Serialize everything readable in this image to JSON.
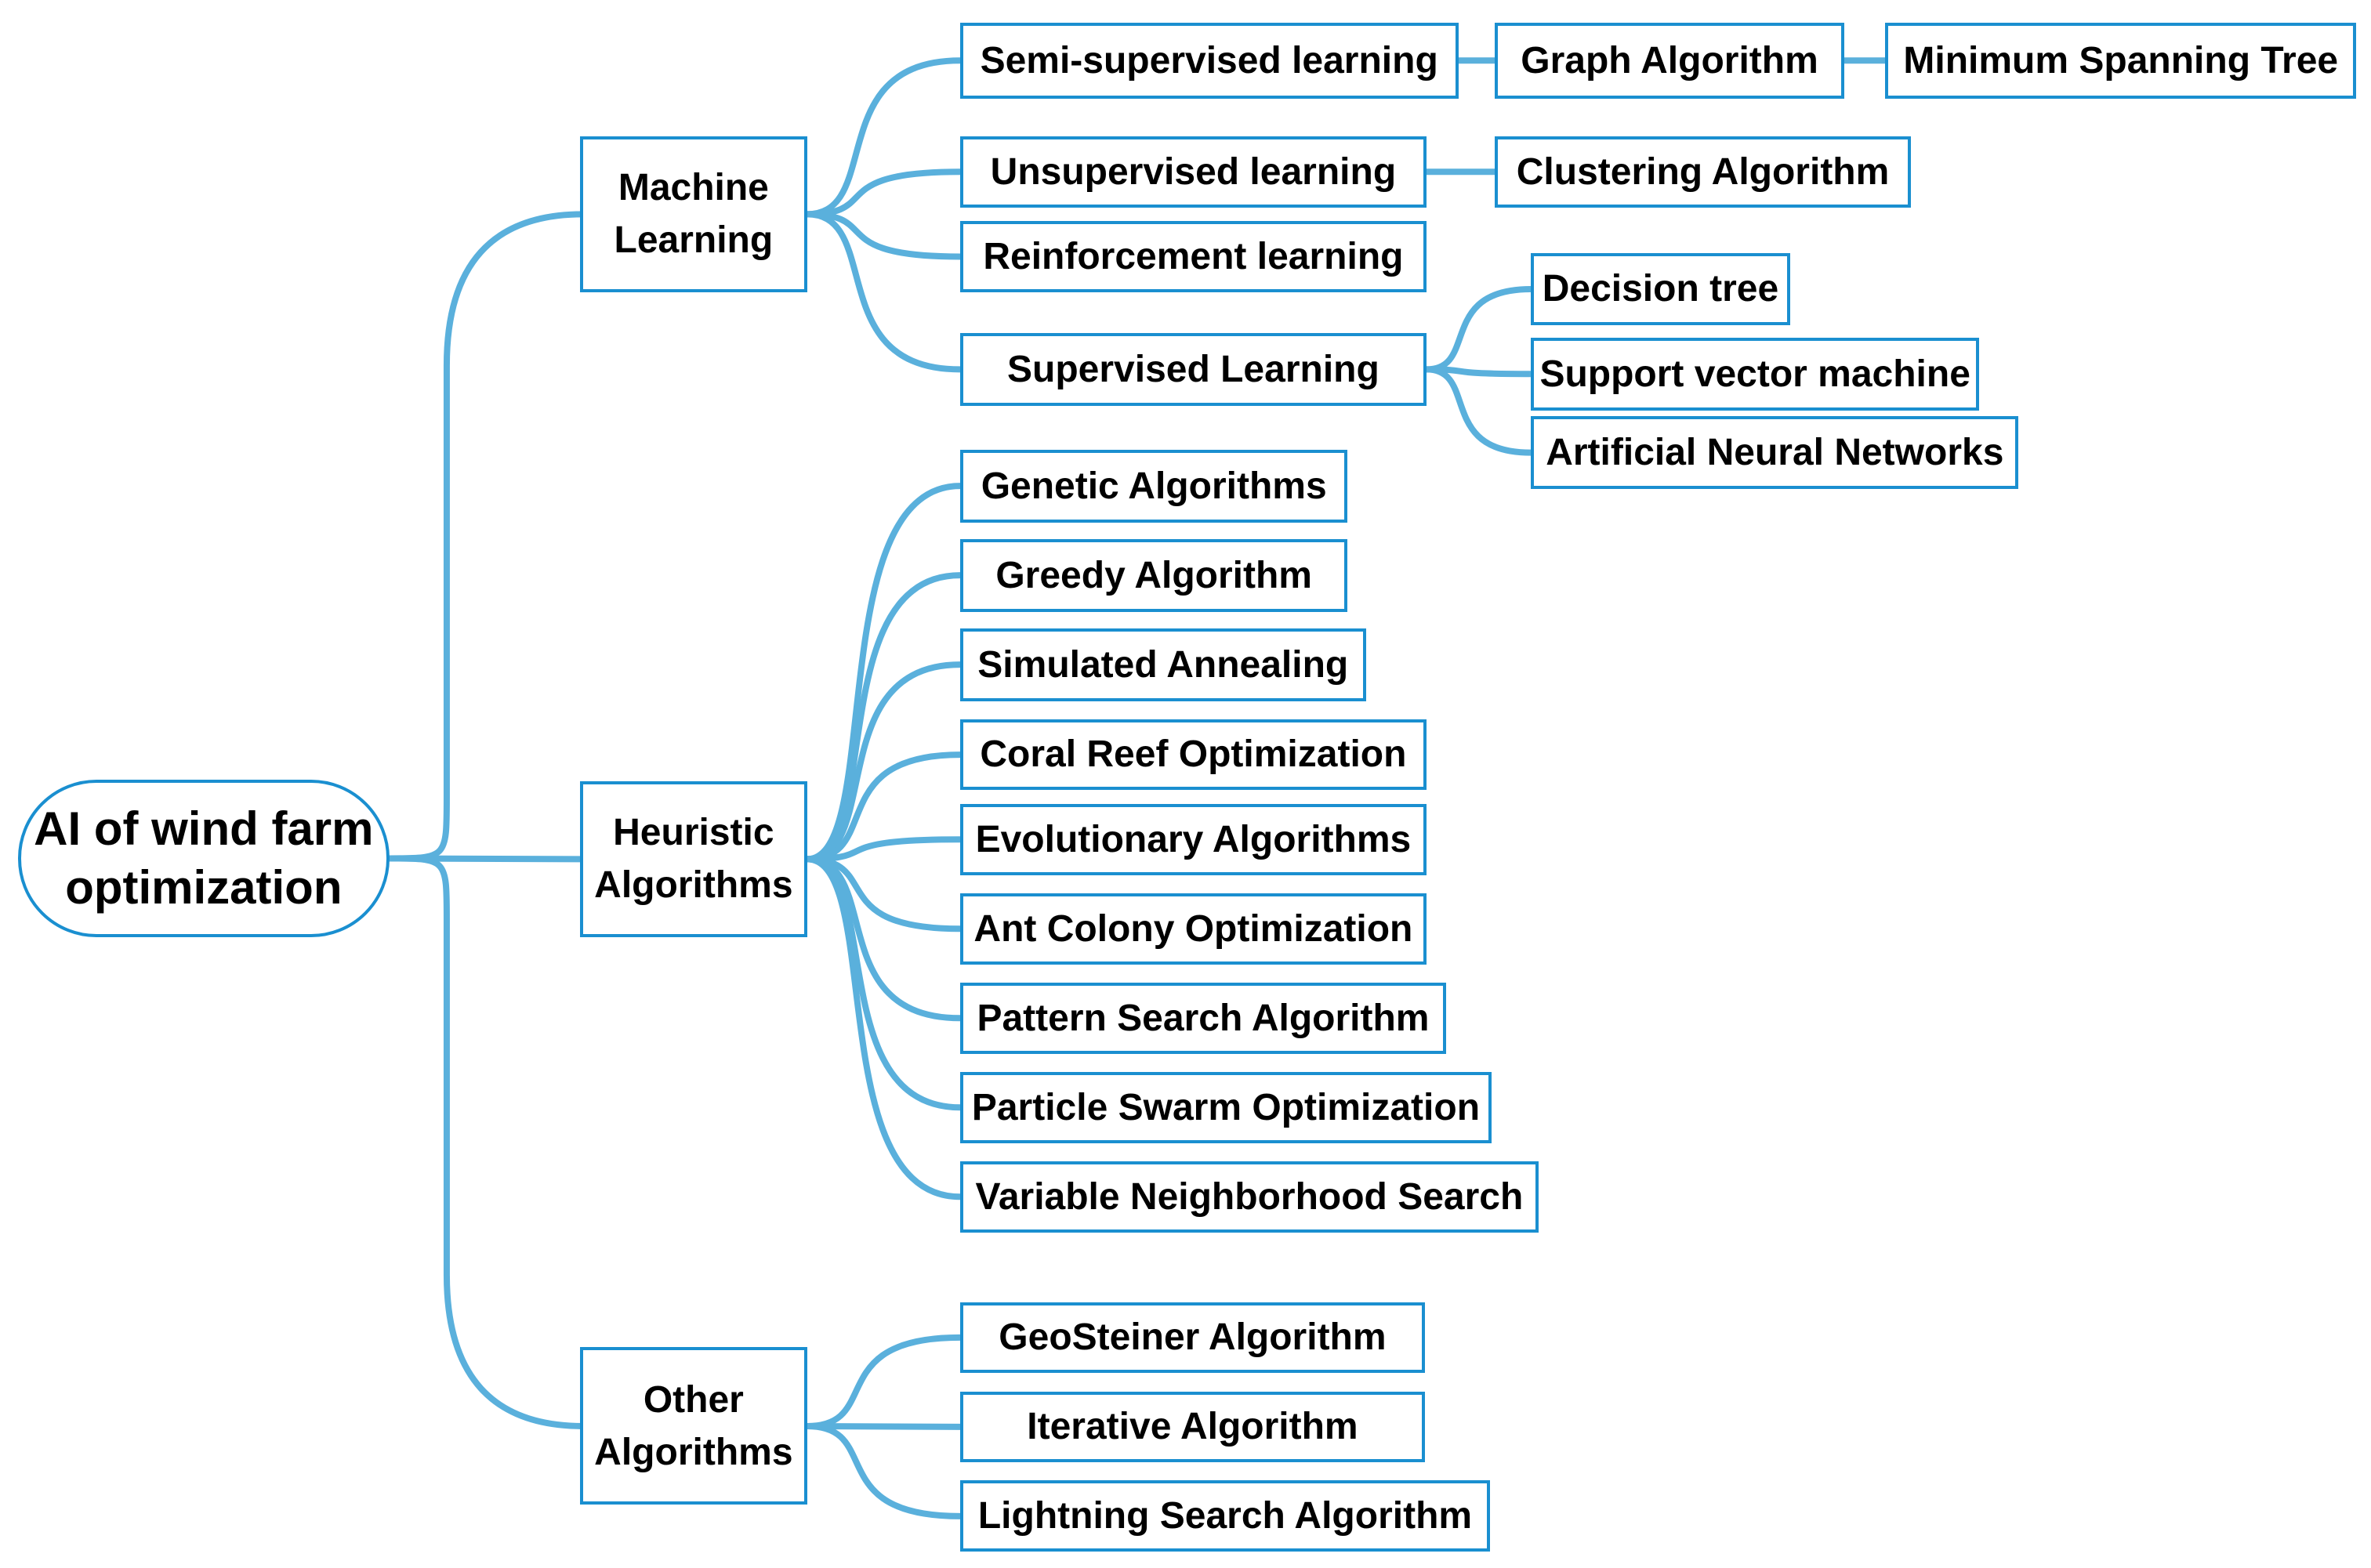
{
  "colors": {
    "link": "#5ab0dc",
    "border": "#1a8fd0",
    "text": "#000000",
    "background": "#ffffff"
  },
  "root": {
    "label": "AI of wind farm optimization"
  },
  "branches": [
    {
      "label": "Machine Learning",
      "children": [
        {
          "label": "Semi-supervised learning",
          "children": [
            {
              "label": "Graph Algorithm",
              "children": [
                {
                  "label": "Minimum Spanning Tree"
                }
              ]
            }
          ]
        },
        {
          "label": "Unsupervised learning",
          "children": [
            {
              "label": "Clustering Algorithm"
            }
          ]
        },
        {
          "label": "Reinforcement learning"
        },
        {
          "label": "Supervised Learning",
          "children": [
            {
              "label": "Decision tree"
            },
            {
              "label": "Support vector machine"
            },
            {
              "label": "Artificial Neural Networks"
            }
          ]
        }
      ]
    },
    {
      "label": "Heuristic Algorithms",
      "children": [
        {
          "label": "Genetic Algorithms"
        },
        {
          "label": "Greedy Algorithm"
        },
        {
          "label": "Simulated Annealing"
        },
        {
          "label": "Coral Reef Optimization"
        },
        {
          "label": "Evolutionary Algorithms"
        },
        {
          "label": "Ant Colony Optimization"
        },
        {
          "label": "Pattern Search Algorithm"
        },
        {
          "label": "Particle Swarm Optimization"
        },
        {
          "label": "Variable Neighborhood Search"
        }
      ]
    },
    {
      "label": "Other Algorithms",
      "children": [
        {
          "label": "GeoSteiner Algorithm"
        },
        {
          "label": "Iterative Algorithm"
        },
        {
          "label": "Lightning Search Algorithm"
        }
      ]
    }
  ]
}
